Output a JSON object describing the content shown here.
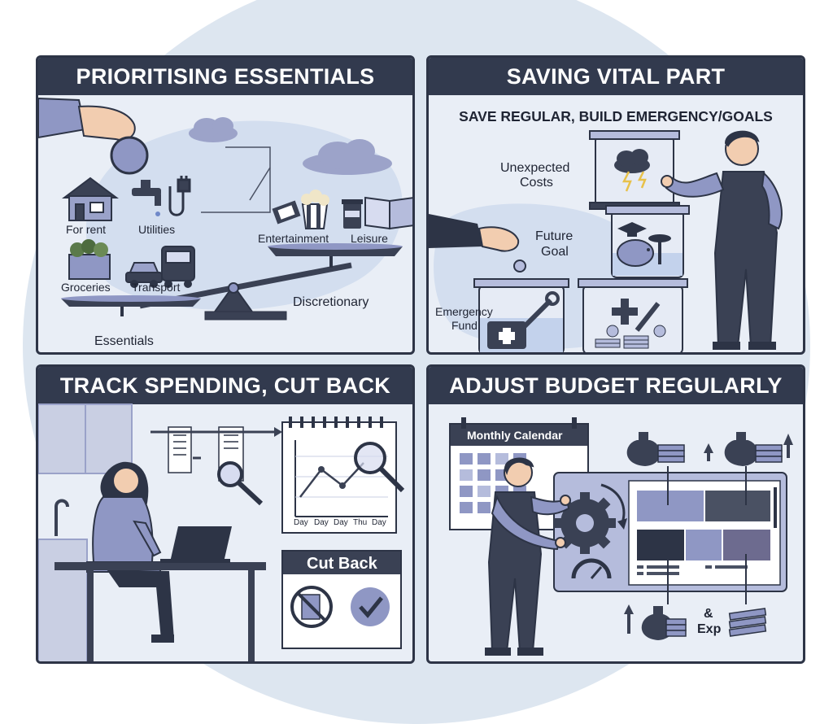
{
  "panels": {
    "essentials": {
      "title": "PRIORITISING ESSENTIALS",
      "labels": {
        "rent": "For rent",
        "utilities": "Utilities",
        "groceries": "Groceries",
        "transport": "Transport",
        "entertainment": "Entertainment",
        "leisure": "Leisure",
        "discretionary": "Discretionary",
        "essentials": "Essentials"
      }
    },
    "saving": {
      "title": "SAVING VITAL PART",
      "subtitle": "SAVE REGULAR, BUILD EMERGENCY/GOALS",
      "labels": {
        "unexpected_1": "Unexpected",
        "unexpected_2": "Costs",
        "future_1": "Future",
        "future_2": "Goal",
        "emergency_1": "Emergency",
        "emergency_2": "Fund"
      }
    },
    "tracking": {
      "title": "TRACK SPENDING, CUT BACK",
      "days": [
        "Day",
        "Day",
        "Day",
        "Thu",
        "Day"
      ],
      "cut_back": "Cut Back"
    },
    "adjust": {
      "title": "ADJUST BUDGET REGULARLY",
      "calendar_title": "Monthly Calendar",
      "amp": "&",
      "exp": "Exp"
    }
  },
  "colors": {
    "header_bg": "#323a4e",
    "panel_bg": "#e9eef6",
    "accent": "#8f97c4",
    "dark": "#2d3446"
  }
}
